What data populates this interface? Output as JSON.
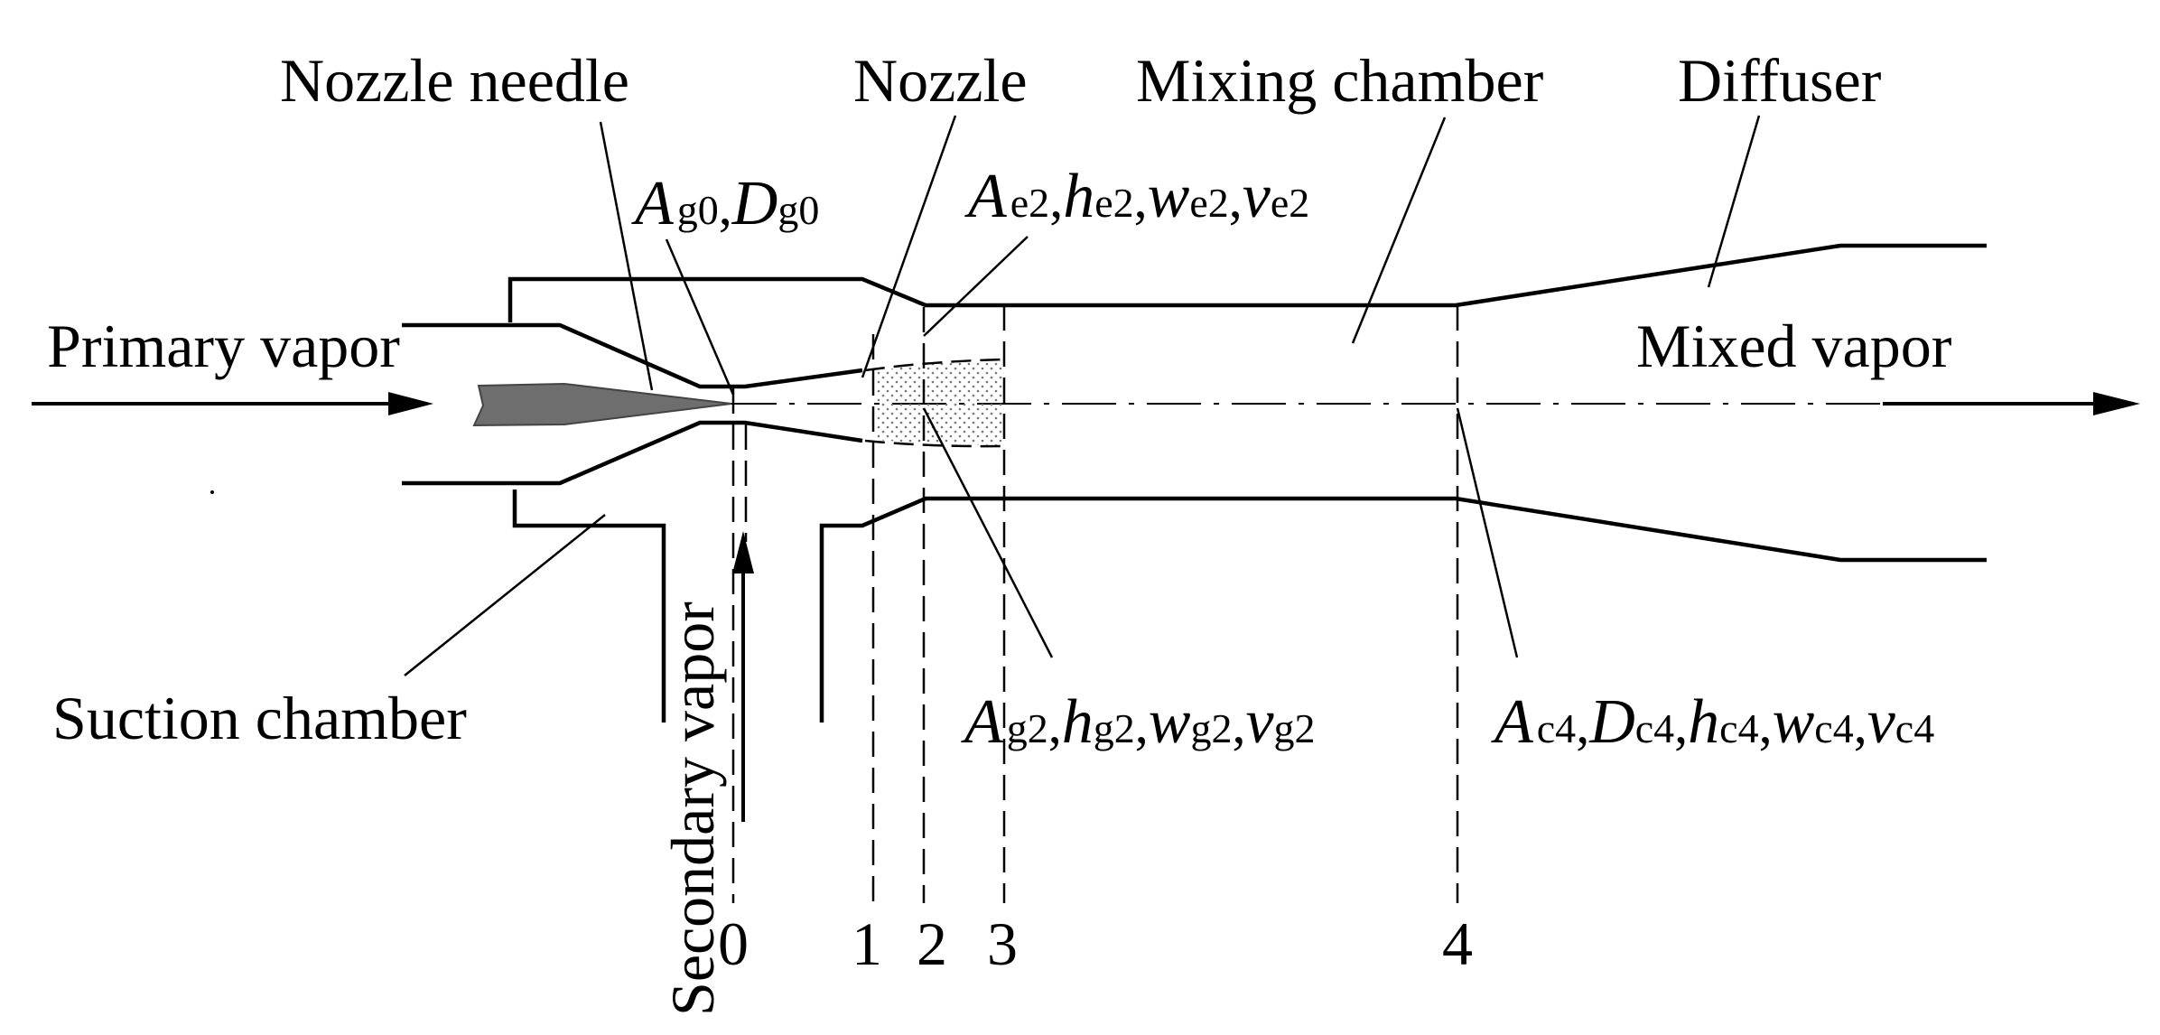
{
  "labels": {
    "nozzle_needle": "Nozzle needle",
    "nozzle": "Nozzle",
    "mixing_chamber": "Mixing chamber",
    "diffuser": "Diffuser",
    "primary_vapor": "Primary vapor",
    "mixed_vapor": "Mixed vapor",
    "suction_chamber": "Suction chamber",
    "secondary_vapor": "Secondary vapor"
  },
  "variables": {
    "throat": {
      "A": "A",
      "A_sub": "g0",
      "sep1": ",",
      "D": "D",
      "D_sub": "g0"
    },
    "exit": {
      "A": "A",
      "A_sub": "e2",
      "sep1": ",",
      "h": "h",
      "h_sub": "e2",
      "sep2": ",",
      "w": "w",
      "w_sub": "e2",
      "sep3": ",",
      "v": "v",
      "v_sub": "e2"
    },
    "entrained": {
      "A": "A",
      "A_sub": "g2",
      "sep1": ",",
      "h": "h",
      "h_sub": "g2",
      "sep2": ",",
      "w": "w",
      "w_sub": "g2",
      "sep3": ",",
      "v": "v",
      "v_sub": "g2"
    },
    "mixed": {
      "A": "A",
      "A_sub": "c4",
      "sep1": ",",
      "D": "D",
      "D_sub": "c4",
      "sep2": ",",
      "h": "h",
      "h_sub": "c4",
      "sep3": ",",
      "w": "w",
      "w_sub": "c4",
      "sep4": ",",
      "v": "v",
      "v_sub": "c4"
    }
  },
  "sections": [
    "0",
    "1",
    "2",
    "3",
    "4"
  ],
  "colors": {
    "line": "#000000",
    "needle": "#6e6e6e",
    "background": "#ffffff"
  }
}
